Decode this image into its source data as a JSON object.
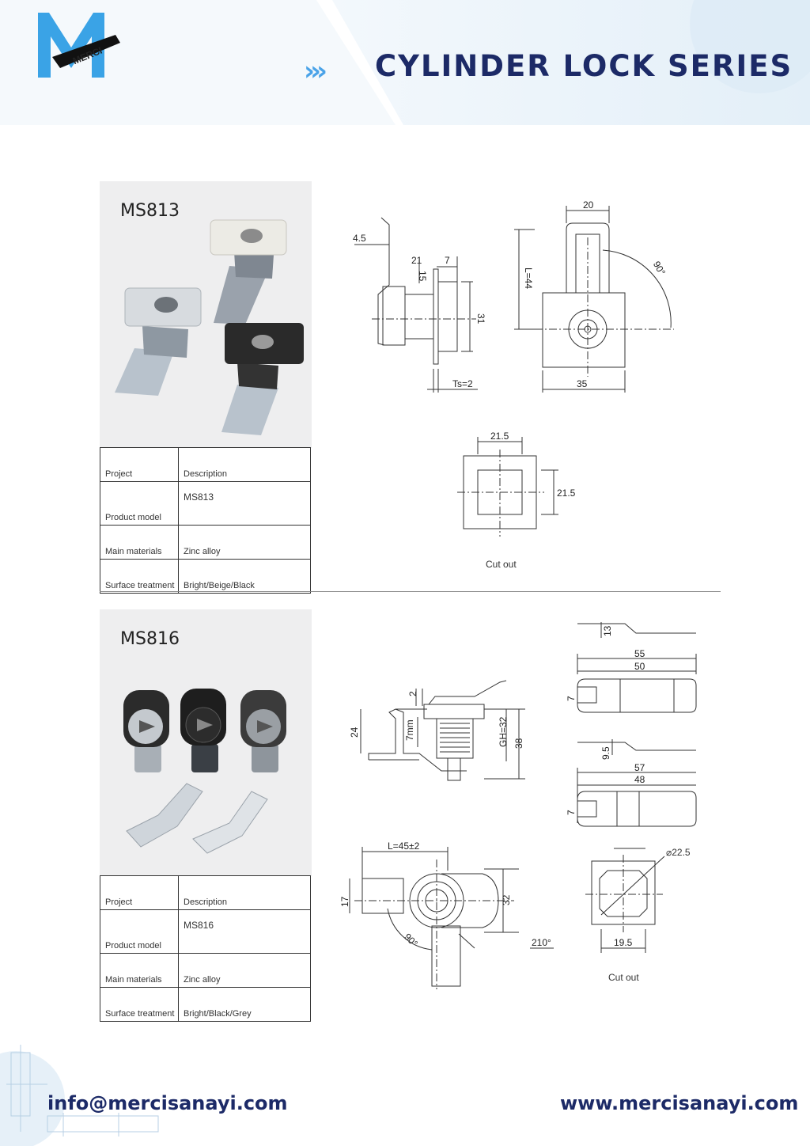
{
  "header": {
    "brand": "MERCI",
    "title": "CYLINDER LOCK SERIES",
    "colors": {
      "navy": "#1c2a67",
      "accent": "#4aa3e8",
      "band": "#eaf4fb"
    }
  },
  "products": [
    {
      "model_label": "MS813",
      "table": {
        "head": [
          "Project",
          "Description"
        ],
        "rows": [
          [
            "Product model",
            "MS813"
          ],
          [
            "Main materials",
            "Zinc alloy"
          ],
          [
            "Surface treatment",
            "Bright/Beige/Black"
          ]
        ]
      },
      "dims": {
        "d1": "4.5",
        "d2": "21",
        "d3": "7",
        "d4": "15",
        "d5": "31",
        "d6": "Ts=2",
        "d7": "20",
        "d8": "L=44",
        "d9": "90°",
        "d10": "35",
        "cut_w": "21.5",
        "cut_h": "21.5"
      },
      "cutout_caption": "Cut out"
    },
    {
      "model_label": "MS816",
      "table": {
        "head": [
          "Project",
          "Description"
        ],
        "rows": [
          [
            "Product model",
            "MS816"
          ],
          [
            "Main materials",
            "Zinc alloy"
          ],
          [
            "Surface treatment",
            "Bright/Black/Grey"
          ]
        ]
      },
      "dims": {
        "d1": "2",
        "d2": "24",
        "d3": "7mm",
        "d4": "GH=32",
        "d5": "38",
        "d6": "13",
        "d7": "55",
        "d8": "50",
        "d9": "7",
        "d10": "9.5",
        "d11": "57",
        "d12": "48",
        "d13": "7",
        "d14": "L=45±2",
        "d15": "17",
        "d16": "32",
        "d17": "90°",
        "d18": "210°",
        "d19": "22.5",
        "d20": "19.5"
      },
      "cutout_caption": "Cut out"
    }
  ],
  "footer": {
    "email": "info@mercisanayi.com",
    "website": "www.mercisanayi.com"
  }
}
